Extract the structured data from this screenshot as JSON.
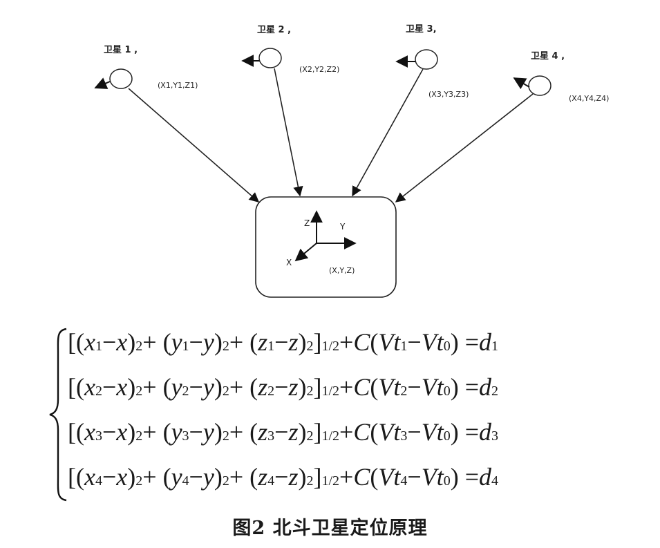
{
  "satellites": [
    {
      "label": "卫星 1 ,",
      "coord": "(X1,Y1,Z1)",
      "index": "1"
    },
    {
      "label": "卫星 2 ,",
      "coord": "(X2,Y2,Z2)",
      "index": "2"
    },
    {
      "label": "卫星 3,",
      "coord": "(X3,Y3,Z3)",
      "index": "3"
    },
    {
      "label": "卫星 4 ,",
      "coord": "(X4,Y4,Z4)",
      "index": "4"
    }
  ],
  "receiver": {
    "axis_z": "Z",
    "axis_y": "Y",
    "axis_x": "X",
    "coord": "(X,Y,Z)"
  },
  "equation_terms": {
    "x": "x",
    "y": "y",
    "z": "z",
    "C": "C",
    "V": "V",
    "t": "t",
    "d": "d",
    "power2": "2",
    "power_half": "1/2",
    "t0_index": "0"
  },
  "caption": "图2   北斗卫星定位原理"
}
